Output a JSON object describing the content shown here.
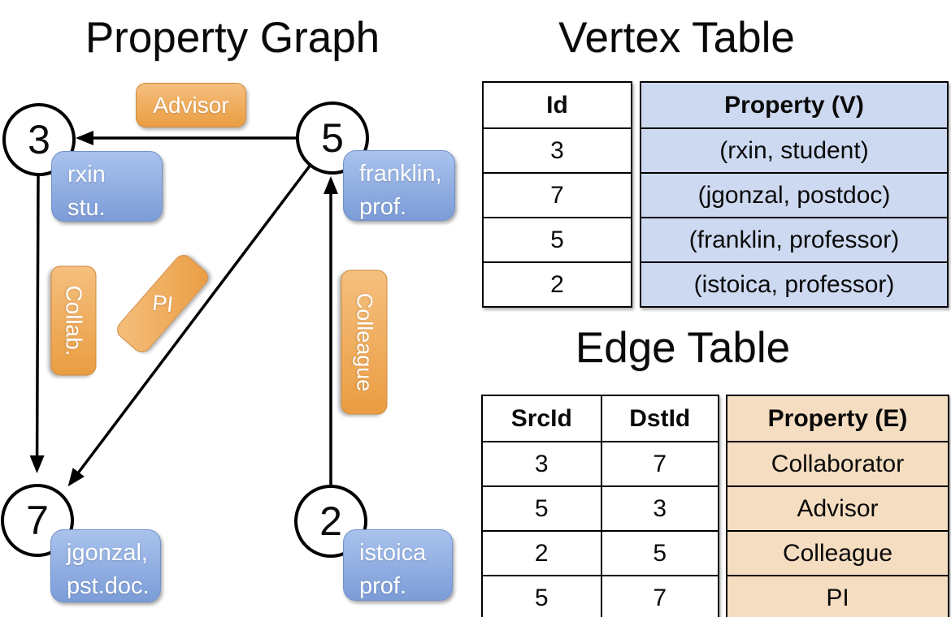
{
  "graph": {
    "title": "Property Graph",
    "nodes": [
      {
        "id": "3",
        "property": "rxin\nstu."
      },
      {
        "id": "5",
        "property": "franklin,\nprof."
      },
      {
        "id": "7",
        "property": "jgonzal,\npst.doc."
      },
      {
        "id": "2",
        "property": "istoica\nprof."
      }
    ],
    "edges": [
      {
        "src": "5",
        "dst": "3",
        "label": "Advisor"
      },
      {
        "src": "3",
        "dst": "7",
        "label": "Collab."
      },
      {
        "src": "5",
        "dst": "7",
        "label": "PI"
      },
      {
        "src": "2",
        "dst": "5",
        "label": "Colleague"
      }
    ]
  },
  "vertex_table": {
    "title": "Vertex Table",
    "columns": [
      "Id",
      "Property (V)"
    ],
    "rows": [
      {
        "id": "3",
        "property": "(rxin, student)"
      },
      {
        "id": "7",
        "property": "(jgonzal, postdoc)"
      },
      {
        "id": "5",
        "property": "(franklin, professor)"
      },
      {
        "id": "2",
        "property": "(istoica, professor)"
      }
    ]
  },
  "edge_table": {
    "title": "Edge Table",
    "columns": [
      "SrcId",
      "DstId",
      "Property (E)"
    ],
    "rows": [
      {
        "src": "3",
        "dst": "7",
        "property": "Collaborator"
      },
      {
        "src": "5",
        "dst": "3",
        "property": "Advisor"
      },
      {
        "src": "2",
        "dst": "5",
        "property": "Colleague"
      },
      {
        "src": "5",
        "dst": "7",
        "property": "PI"
      }
    ]
  },
  "colors": {
    "edge_label_top": "#F5BF7E",
    "edge_label_bottom": "#EA9D42",
    "edge_label_border": "#D18A3D",
    "vertex_label_top": "#A9C3ED",
    "vertex_label_bottom": "#7C9CD8",
    "vertex_label_border": "#7291CB",
    "vertex_property_bg": "#CDD9F0",
    "edge_property_bg": "#F5DDC1",
    "line_color": "#000000"
  }
}
